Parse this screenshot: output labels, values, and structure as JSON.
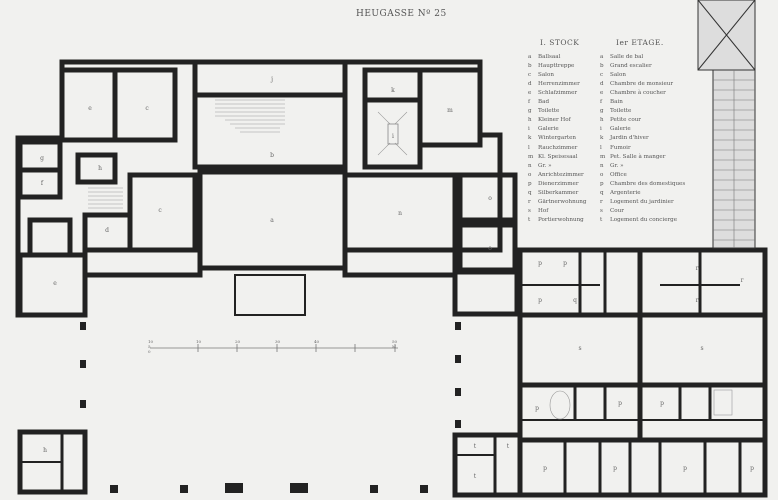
{
  "title": "HEUGASSE Nº 25",
  "legend": {
    "heading_de": "I. STOCK",
    "heading_fr": "Ier ETAGE.",
    "items": [
      {
        "key": "a",
        "de": "Ballsaal",
        "fr": "Salle de bal"
      },
      {
        "key": "b",
        "de": "Haupttreppe",
        "fr": "Grand escalier"
      },
      {
        "key": "c",
        "de": "Salon",
        "fr": "Salon"
      },
      {
        "key": "d",
        "de": "Herrenzimmer",
        "fr": "Chambre de monsieur"
      },
      {
        "key": "e",
        "de": "Schlafzimmer",
        "fr": "Chambre à coucher"
      },
      {
        "key": "f",
        "de": "Bad",
        "fr": "Bain"
      },
      {
        "key": "g",
        "de": "Toilette",
        "fr": "Toilette"
      },
      {
        "key": "h",
        "de": "Kleiner Hof",
        "fr": "Petite cour"
      },
      {
        "key": "i",
        "de": "Galerie",
        "fr": "Galerie"
      },
      {
        "key": "k",
        "de": "Wintergarten",
        "fr": "Jardin d'hiver"
      },
      {
        "key": "l",
        "de": "Rauchzimmer",
        "fr": "Fumoir"
      },
      {
        "key": "m",
        "de": "Kl. Speisesaal",
        "fr": "Pet. Salle à manger"
      },
      {
        "key": "n",
        "de": "Gr.   »",
        "fr": "Gr.   »"
      },
      {
        "key": "o",
        "de": "Anrichtezimmer",
        "fr": "Office"
      },
      {
        "key": "p",
        "de": "Dienerzimmer",
        "fr": "Chambre des domestiques"
      },
      {
        "key": "q",
        "de": "Silberkammer",
        "fr": "Argenterie"
      },
      {
        "key": "r",
        "de": "Gärtnerwohnung",
        "fr": "Logement du jardinier"
      },
      {
        "key": "s",
        "de": "Hof",
        "fr": "Cour"
      },
      {
        "key": "t",
        "de": "Portierwohnung",
        "fr": "Logement du concierge"
      }
    ]
  },
  "scale": {
    "labels": [
      "10 5 0",
      "10",
      "20",
      "30",
      "40",
      "50 M"
    ]
  },
  "rooms": {
    "a": "a",
    "b": "b",
    "c": "c",
    "d": "d",
    "e": "e",
    "f": "f",
    "g": "g",
    "h": "h",
    "i": "i",
    "j": "j",
    "k": "k",
    "m": "m",
    "n": "n",
    "o": "o",
    "p": "p",
    "q": "q",
    "r": "r",
    "s": "s",
    "t": "t"
  }
}
